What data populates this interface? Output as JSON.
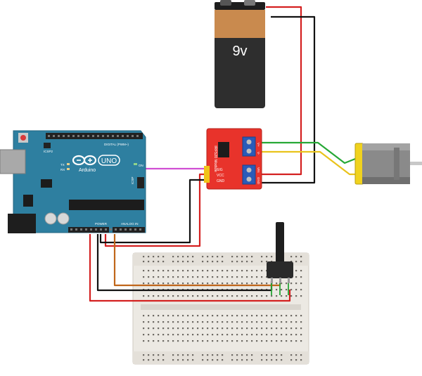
{
  "battery": {
    "label": "9v"
  },
  "arduino": {
    "brand": "Arduino",
    "model": "UNO",
    "digital_header": "DIGITAL (PWM~)",
    "power_header": "POWER",
    "analog_header": "ANALOG IN",
    "icsp2": "ICSP2",
    "icsp": "ICSP",
    "tx": "TX",
    "rx": "RX",
    "on": "ON"
  },
  "driver": {
    "title": "IRF520 Module",
    "pins": [
      "SIG",
      "VCC",
      "GND"
    ],
    "terminal_out": [
      "V+",
      "V-"
    ],
    "terminal_in": [
      "VIN",
      "GND"
    ]
  },
  "colors": {
    "arduino_board": "#2e7fa0",
    "driver_board": "#e8332b",
    "battery_top": "#c98a4e",
    "battery_body": "#2e2e2e",
    "wire_red": "#d42020",
    "wire_black": "#111111",
    "wire_green": "#27a836",
    "wire_yellow": "#e9c31c",
    "wire_magenta": "#d04fd3",
    "wire_orange": "#c0661a",
    "motor_yellow": "#f0d21e",
    "breadboard": "#ece9e3"
  }
}
